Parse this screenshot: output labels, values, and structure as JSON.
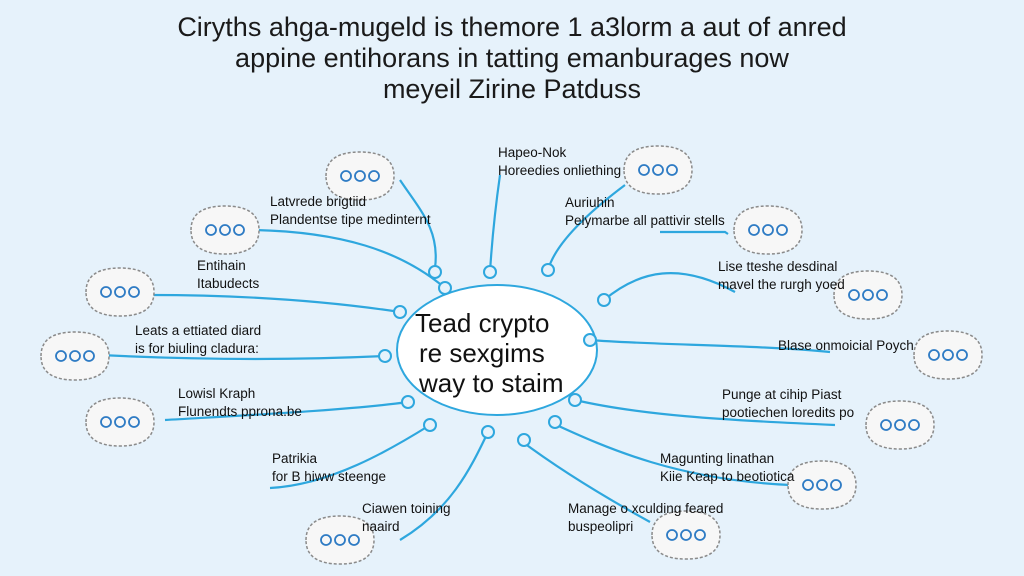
{
  "title": {
    "line1": "Ciryths ahga-mugeld is themore 1 a3lorm a aut of anred",
    "line2": "appine entihorans in tatting emanburages now",
    "line3": "meyeil Zirine Patduss"
  },
  "center": {
    "line1": "Tead crypto",
    "line2": "re sexgims",
    "line3": "way to staim"
  },
  "colors": {
    "line": "#2ea7de",
    "bubble_stroke": "#8a8a8a",
    "icon": "#2e7bc4"
  },
  "branches": [
    {
      "line1": "Hapeo-Nok",
      "line2": "Horeedies onliething"
    },
    {
      "line1": "Auriuhin",
      "line2": "Pelymarbe all pattivir stells"
    },
    {
      "line1": "Lise tteshe desdinal",
      "line2": "mavel the rurgh yoed"
    },
    {
      "line1": "",
      "line2": "Blase onmoicial Poych"
    },
    {
      "line1": "Punge at cihip Piast",
      "line2": "pootiechen loredits po"
    },
    {
      "line1": "Magunting linathan",
      "line2": "Kiie Keap to beotiotica"
    },
    {
      "line1": "Manage o xculding feared",
      "line2": "buspeolipri"
    },
    {
      "line1": "Ciawen toining",
      "line2": "naaird"
    },
    {
      "line1": "Patrikia",
      "line2": "for B hiww steenge"
    },
    {
      "line1": "Lowisl Kraph",
      "line2": "Flunendts pprona.be"
    },
    {
      "line1": "Leats a ettiated diard",
      "line2": "is for biuling cladura:"
    },
    {
      "line1": "Entihain",
      "line2": "Itabudects"
    },
    {
      "line1": "Latvrede brigtiid",
      "line2": "Plandentse tipe medinternt"
    }
  ]
}
